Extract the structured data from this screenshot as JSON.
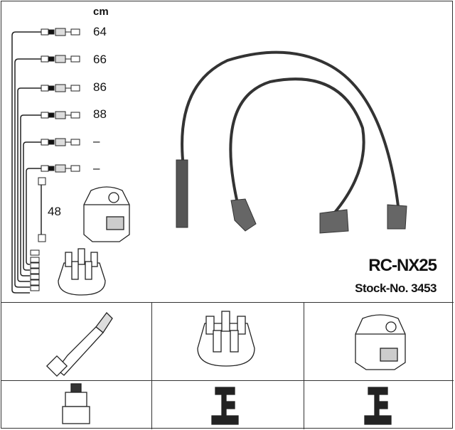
{
  "product": {
    "model": "RC-NX25",
    "stock_label": "Stock-No. 3453"
  },
  "lengths": {
    "unit": "cm",
    "leads": [
      "64",
      "66",
      "86",
      "88",
      "–",
      "–"
    ],
    "coil_lead": "48"
  },
  "components": [
    "spark-plug",
    "distributor-cap",
    "ignition-coil",
    "plug-connector",
    "cap-connector",
    "coil-connector"
  ]
}
